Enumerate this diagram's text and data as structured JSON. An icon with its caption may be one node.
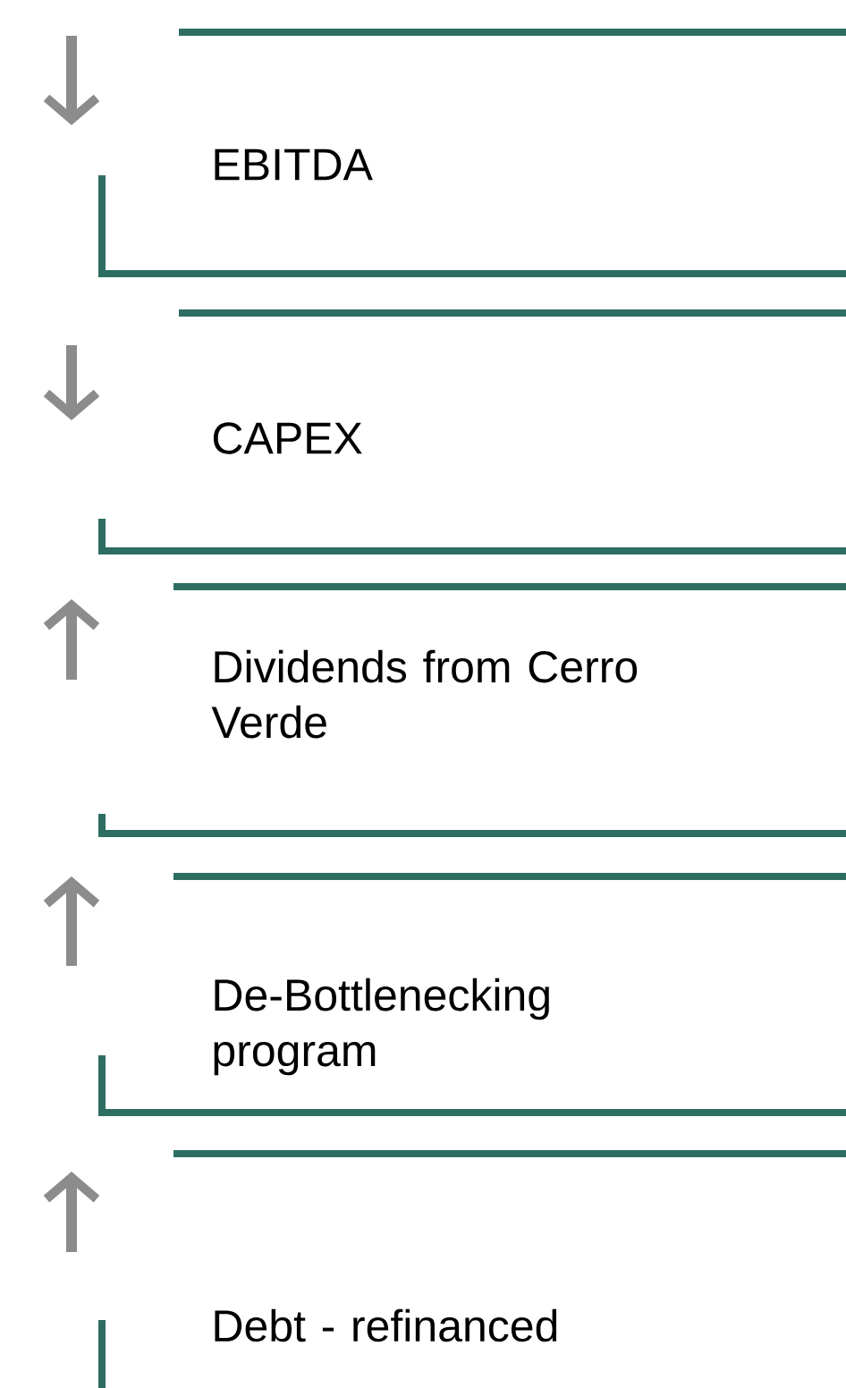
{
  "diagram": {
    "nodes": [
      {
        "text": [
          "EBITDA"
        ]
      },
      {
        "text": [
          "CAPEX"
        ]
      },
      {
        "text": [
          "Dividends from Cerro Verde"
        ]
      },
      {
        "text": [
          "De-Bottlenecking program"
        ]
      },
      {
        "text": [
          "Debt - refinanced"
        ]
      }
    ]
  }
}
